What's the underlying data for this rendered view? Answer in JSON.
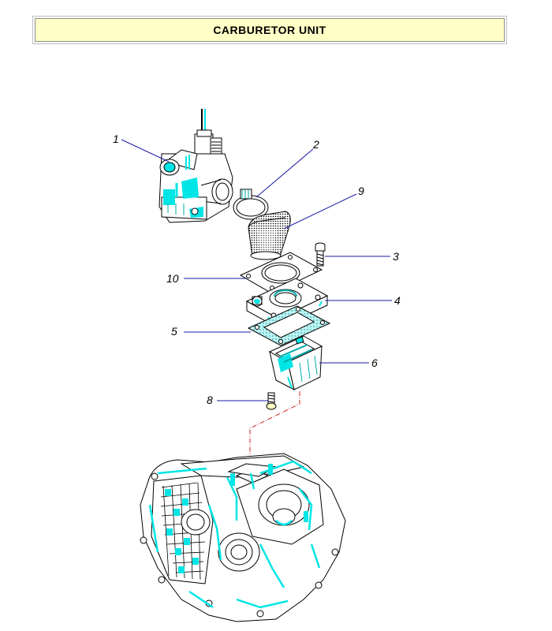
{
  "title": "CARBURETOR UNIT",
  "callouts": [
    {
      "id": "1",
      "label": "1"
    },
    {
      "id": "2",
      "label": "2"
    },
    {
      "id": "3",
      "label": "3"
    },
    {
      "id": "4",
      "label": "4"
    },
    {
      "id": "5",
      "label": "5"
    },
    {
      "id": "6",
      "label": "6"
    },
    {
      "id": "8",
      "label": "8"
    },
    {
      "id": "9",
      "label": "9"
    },
    {
      "id": "10",
      "label": "10"
    }
  ],
  "colors": {
    "title_bg": "#ffffc6",
    "leader_line": "#1a1aa6",
    "highlight": "#00e5e5",
    "axis_line": "#cc2222",
    "outline": "#000000"
  }
}
